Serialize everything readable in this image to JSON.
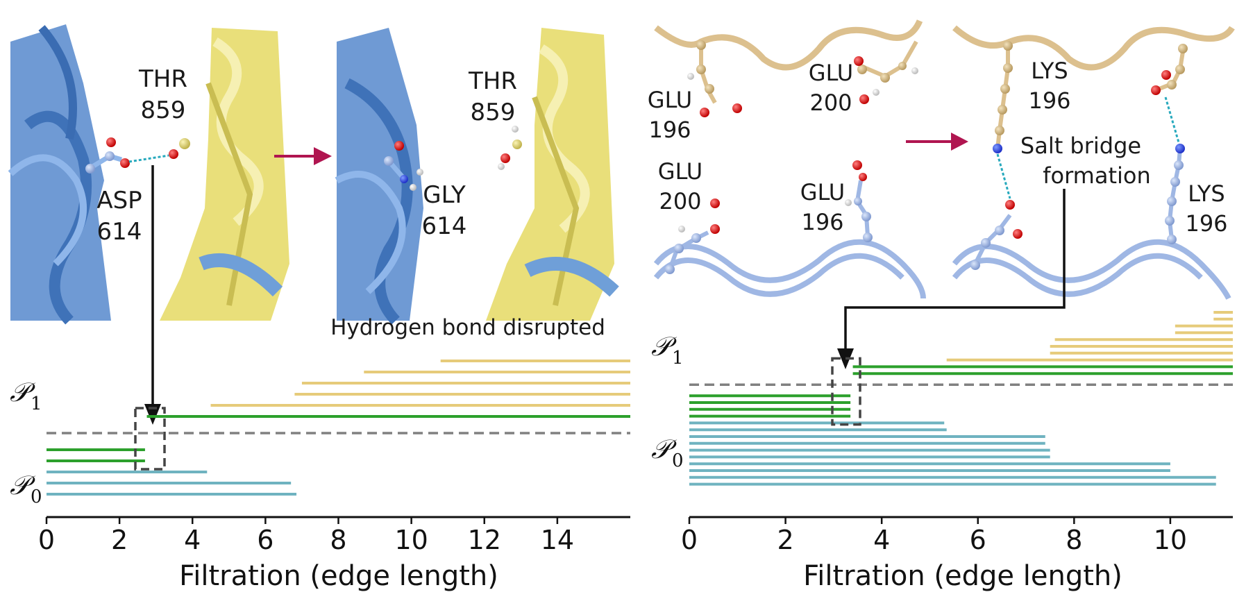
{
  "colors": {
    "blue_protein": "#6f9fd8",
    "yellow_protein": "#ede387",
    "tan_backbone": "#dcc08e",
    "lavender_backbone": "#9fb7e4",
    "green_bar": "#2ca02c",
    "teal_bar": "#6fb3c0",
    "gold_bar": "#e6cb7a",
    "dashed_gray": "#808080",
    "arrow_magenta": "#b01550",
    "hbond_cyan": "#27a9bd"
  },
  "left": {
    "labels": {
      "thr_name": "THR",
      "thr_num": "859",
      "asp_name": "ASP",
      "asp_num": "614",
      "thr2_name": "THR",
      "thr2_num": "859",
      "gly_name": "GLY",
      "gly_num": "614",
      "caption": "Hydrogen bond disrupted"
    },
    "barcode": {
      "p1_symbol": "𝒫",
      "p1_sub": "1",
      "p0_symbol": "𝒫",
      "p0_sub": "0",
      "xlabel": "Filtration (edge length)",
      "xlim": [
        0,
        16
      ],
      "ticks": [
        0,
        2,
        4,
        6,
        8,
        10,
        12,
        14
      ],
      "p1_bars_gold": [
        [
          10.8,
          16
        ],
        [
          8.7,
          16
        ],
        [
          7.0,
          16
        ],
        [
          6.8,
          16
        ],
        [
          4.5,
          16
        ]
      ],
      "p1_bars_green": [
        [
          2.75,
          16
        ]
      ],
      "p0_bars_green": [
        [
          0,
          2.7
        ],
        [
          0,
          2.7
        ]
      ],
      "p0_bars_teal": [
        [
          0,
          4.4
        ],
        [
          0,
          6.7
        ],
        [
          0,
          6.85
        ]
      ]
    }
  },
  "right": {
    "labels": {
      "glu196_tl_name": "GLU",
      "glu196_tl_num": "196",
      "glu200_tr_name": "GLU",
      "glu200_tr_num": "200",
      "glu200_bl_name": "GLU",
      "glu200_bl_num": "200",
      "glu196_br_name": "GLU",
      "glu196_br_num": "196",
      "lys196_a_name": "LYS",
      "lys196_a_num": "196",
      "lys196_b_name": "LYS",
      "lys196_b_num": "196",
      "salt_line1": "Salt bridge",
      "salt_line2": "formation"
    },
    "barcode": {
      "p1_symbol": "𝒫",
      "p1_sub": "1",
      "p0_symbol": "𝒫",
      "p0_sub": "0",
      "xlabel": "Filtration (edge length)",
      "xlim": [
        0,
        11.3
      ],
      "ticks": [
        0,
        2,
        4,
        6,
        8,
        10
      ],
      "p1_bars_gold": [
        [
          10.9,
          11.3
        ],
        [
          10.9,
          11.3
        ],
        [
          10.1,
          11.3
        ],
        [
          10.1,
          11.3
        ],
        [
          7.6,
          11.3
        ],
        [
          7.5,
          11.3
        ],
        [
          7.5,
          11.3
        ],
        [
          5.35,
          11.3
        ]
      ],
      "p1_bars_green": [
        [
          3.4,
          11.3
        ],
        [
          3.4,
          11.3
        ]
      ],
      "p0_bars_green": [
        [
          0,
          3.35
        ],
        [
          0,
          3.35
        ],
        [
          0,
          3.35
        ],
        [
          0,
          3.35
        ]
      ],
      "p0_bars_teal": [
        [
          0,
          5.3
        ],
        [
          0,
          5.35
        ],
        [
          0,
          7.4
        ],
        [
          0,
          7.4
        ],
        [
          0,
          7.5
        ],
        [
          0,
          7.5
        ],
        [
          0,
          10.0
        ],
        [
          0,
          10.0
        ],
        [
          0,
          10.95
        ],
        [
          0,
          10.95
        ]
      ]
    }
  }
}
